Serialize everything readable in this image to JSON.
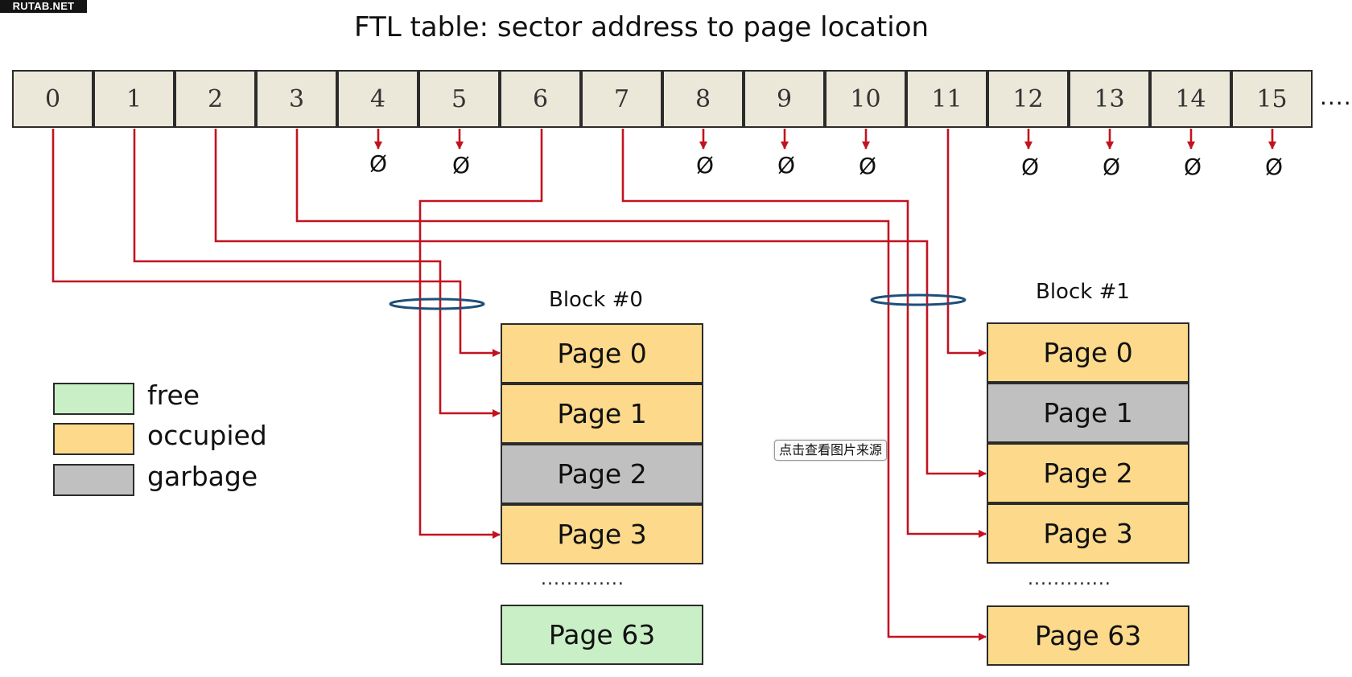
{
  "watermark": "RUTAB.NET",
  "title": "FTL table: sector address to page location",
  "ftl_table": {
    "sectors": [
      "0",
      "1",
      "2",
      "3",
      "4",
      "5",
      "6",
      "7",
      "8",
      "9",
      "10",
      "11",
      "12",
      "13",
      "14",
      "15"
    ],
    "continuation": "....",
    "null_symbol": "Ø",
    "unmapped_sectors": [
      4,
      5,
      8,
      9,
      10,
      12,
      13,
      14,
      15
    ]
  },
  "blocks": [
    {
      "label": "Block #0",
      "pages": [
        {
          "label": "Page 0",
          "state": "occupied"
        },
        {
          "label": "Page 1",
          "state": "occupied"
        },
        {
          "label": "Page 2",
          "state": "garbage"
        },
        {
          "label": "Page 3",
          "state": "occupied"
        }
      ],
      "gap": ".............",
      "last_page": {
        "label": "Page 63",
        "state": "free"
      }
    },
    {
      "label": "Block #1",
      "pages": [
        {
          "label": "Page 0",
          "state": "occupied"
        },
        {
          "label": "Page 1",
          "state": "garbage"
        },
        {
          "label": "Page 2",
          "state": "occupied"
        },
        {
          "label": "Page 3",
          "state": "occupied"
        }
      ],
      "gap": ".............",
      "last_page": {
        "label": "Page 63",
        "state": "occupied"
      }
    }
  ],
  "mappings": [
    {
      "sector": 0,
      "block": 0,
      "page": 0
    },
    {
      "sector": 1,
      "block": 0,
      "page": 1
    },
    {
      "sector": 6,
      "block": 0,
      "page": 3
    },
    {
      "sector": 11,
      "block": 1,
      "page": 0
    },
    {
      "sector": 2,
      "block": 1,
      "page": 2
    },
    {
      "sector": 7,
      "block": 1,
      "page": 3
    },
    {
      "sector": 3,
      "block": 1,
      "page": 63
    }
  ],
  "legend": [
    {
      "label": "free",
      "color": "#c9efc6"
    },
    {
      "label": "occupied",
      "color": "#fcd98b"
    },
    {
      "label": "garbage",
      "color": "#c0c0c0"
    }
  ],
  "tooltip": "点击查看图片来源",
  "colors": {
    "arrow": "#c3121f",
    "ellipse": "#1f4e79",
    "cell_fill": "#ece8d9"
  }
}
